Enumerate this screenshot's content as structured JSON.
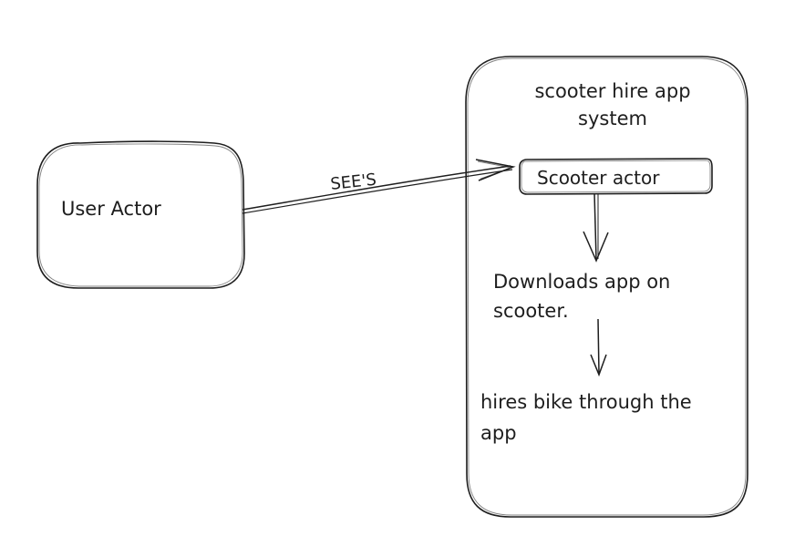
{
  "user_actor": {
    "label": "User Actor"
  },
  "relation": {
    "label": "SEE'S"
  },
  "system": {
    "title_line1": "scooter hire app",
    "title_line2": "system",
    "scooter_actor": "Scooter actor",
    "step1_line1": "Downloads app on",
    "step1_line2": "scooter.",
    "step2_line1": "hires bike through the",
    "step2_line2": "app"
  },
  "colors": {
    "stroke": "#1e1e1e",
    "background": "#ffffff"
  }
}
